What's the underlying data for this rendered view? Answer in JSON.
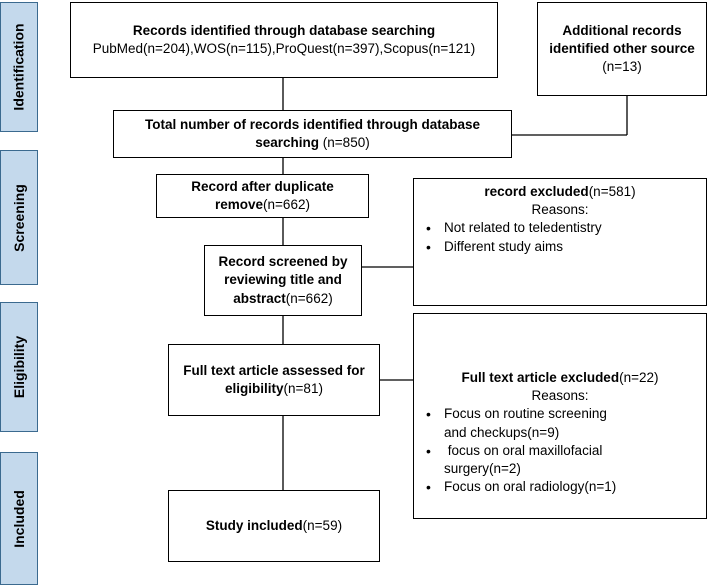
{
  "stages": {
    "identification": "Identification",
    "screening": "Screening",
    "eligibility": "Eligibility",
    "included": "Included"
  },
  "database_search": {
    "title": "Records identified through database searching",
    "detail": "PubMed(n=204),WOS(n=115),ProQuest(n=397),Scopus(n=121)"
  },
  "additional": {
    "line1": "Additional records",
    "line2": "identified other source",
    "count": "(n=13)"
  },
  "total": {
    "line1": "Total number of records identified through database",
    "line2_bold": "searching",
    "line2_count": " (n=850)"
  },
  "after_duplicate": {
    "line1": "Record after duplicate",
    "line2_bold": "remove",
    "line2_count": "(n=662)"
  },
  "excluded_screen": {
    "head_bold": "record excluded",
    "head_count": "(n=581)",
    "reasons_label": "Reasons:",
    "reasons": [
      "Not related to teledentistry",
      "Different study aims"
    ]
  },
  "screened": {
    "line1": "Record screened by",
    "line2": "reviewing title and",
    "line3_bold": "abstract",
    "line3_count": "(n=662)"
  },
  "fulltext": {
    "line1": "Full text article assessed for",
    "line2_bold": "eligibility",
    "line2_count": "(n=81)"
  },
  "excluded_full": {
    "head_bold": "Full text article excluded",
    "head_count": "(n=22)",
    "reasons_label": "Reasons:",
    "reasons": [
      [
        "Focus on routine screening",
        "and checkups(n=9)"
      ],
      [
        " focus on oral maxillofacial",
        "surgery(n=2)"
      ],
      [
        "Focus on oral radiology(n=1)"
      ]
    ]
  },
  "included": {
    "label_bold": "Study included",
    "label_count": "(n=59)"
  }
}
